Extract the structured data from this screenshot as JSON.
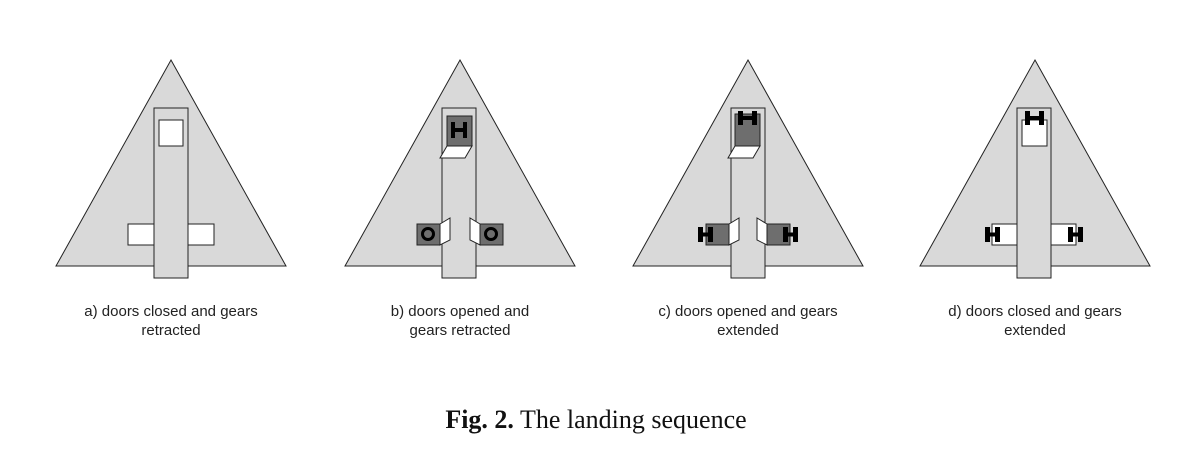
{
  "colors": {
    "plane_fill": "#d9d9d9",
    "outline": "#222222",
    "gear_fill": "#6e6e6e",
    "gear_mark": "#000000",
    "door_fill": "#ffffff"
  },
  "panels": [
    {
      "id": "a",
      "caption_line1": "a) doors closed and gears",
      "caption_line2": "retracted",
      "doors": "closed",
      "gears": "retracted"
    },
    {
      "id": "b",
      "caption_line1": "b) doors opened and",
      "caption_line2": "gears retracted",
      "doors": "opened",
      "gears": "retracted"
    },
    {
      "id": "c",
      "caption_line1": "c) doors opened and gears",
      "caption_line2": "extended",
      "doors": "opened",
      "gears": "extended"
    },
    {
      "id": "d",
      "caption_line1": "d) doors closed and gears",
      "caption_line2": "extended",
      "doors": "closed",
      "gears": "extended"
    }
  ],
  "figure_caption": {
    "label": "Fig. 2.",
    "text": "The landing sequence"
  }
}
